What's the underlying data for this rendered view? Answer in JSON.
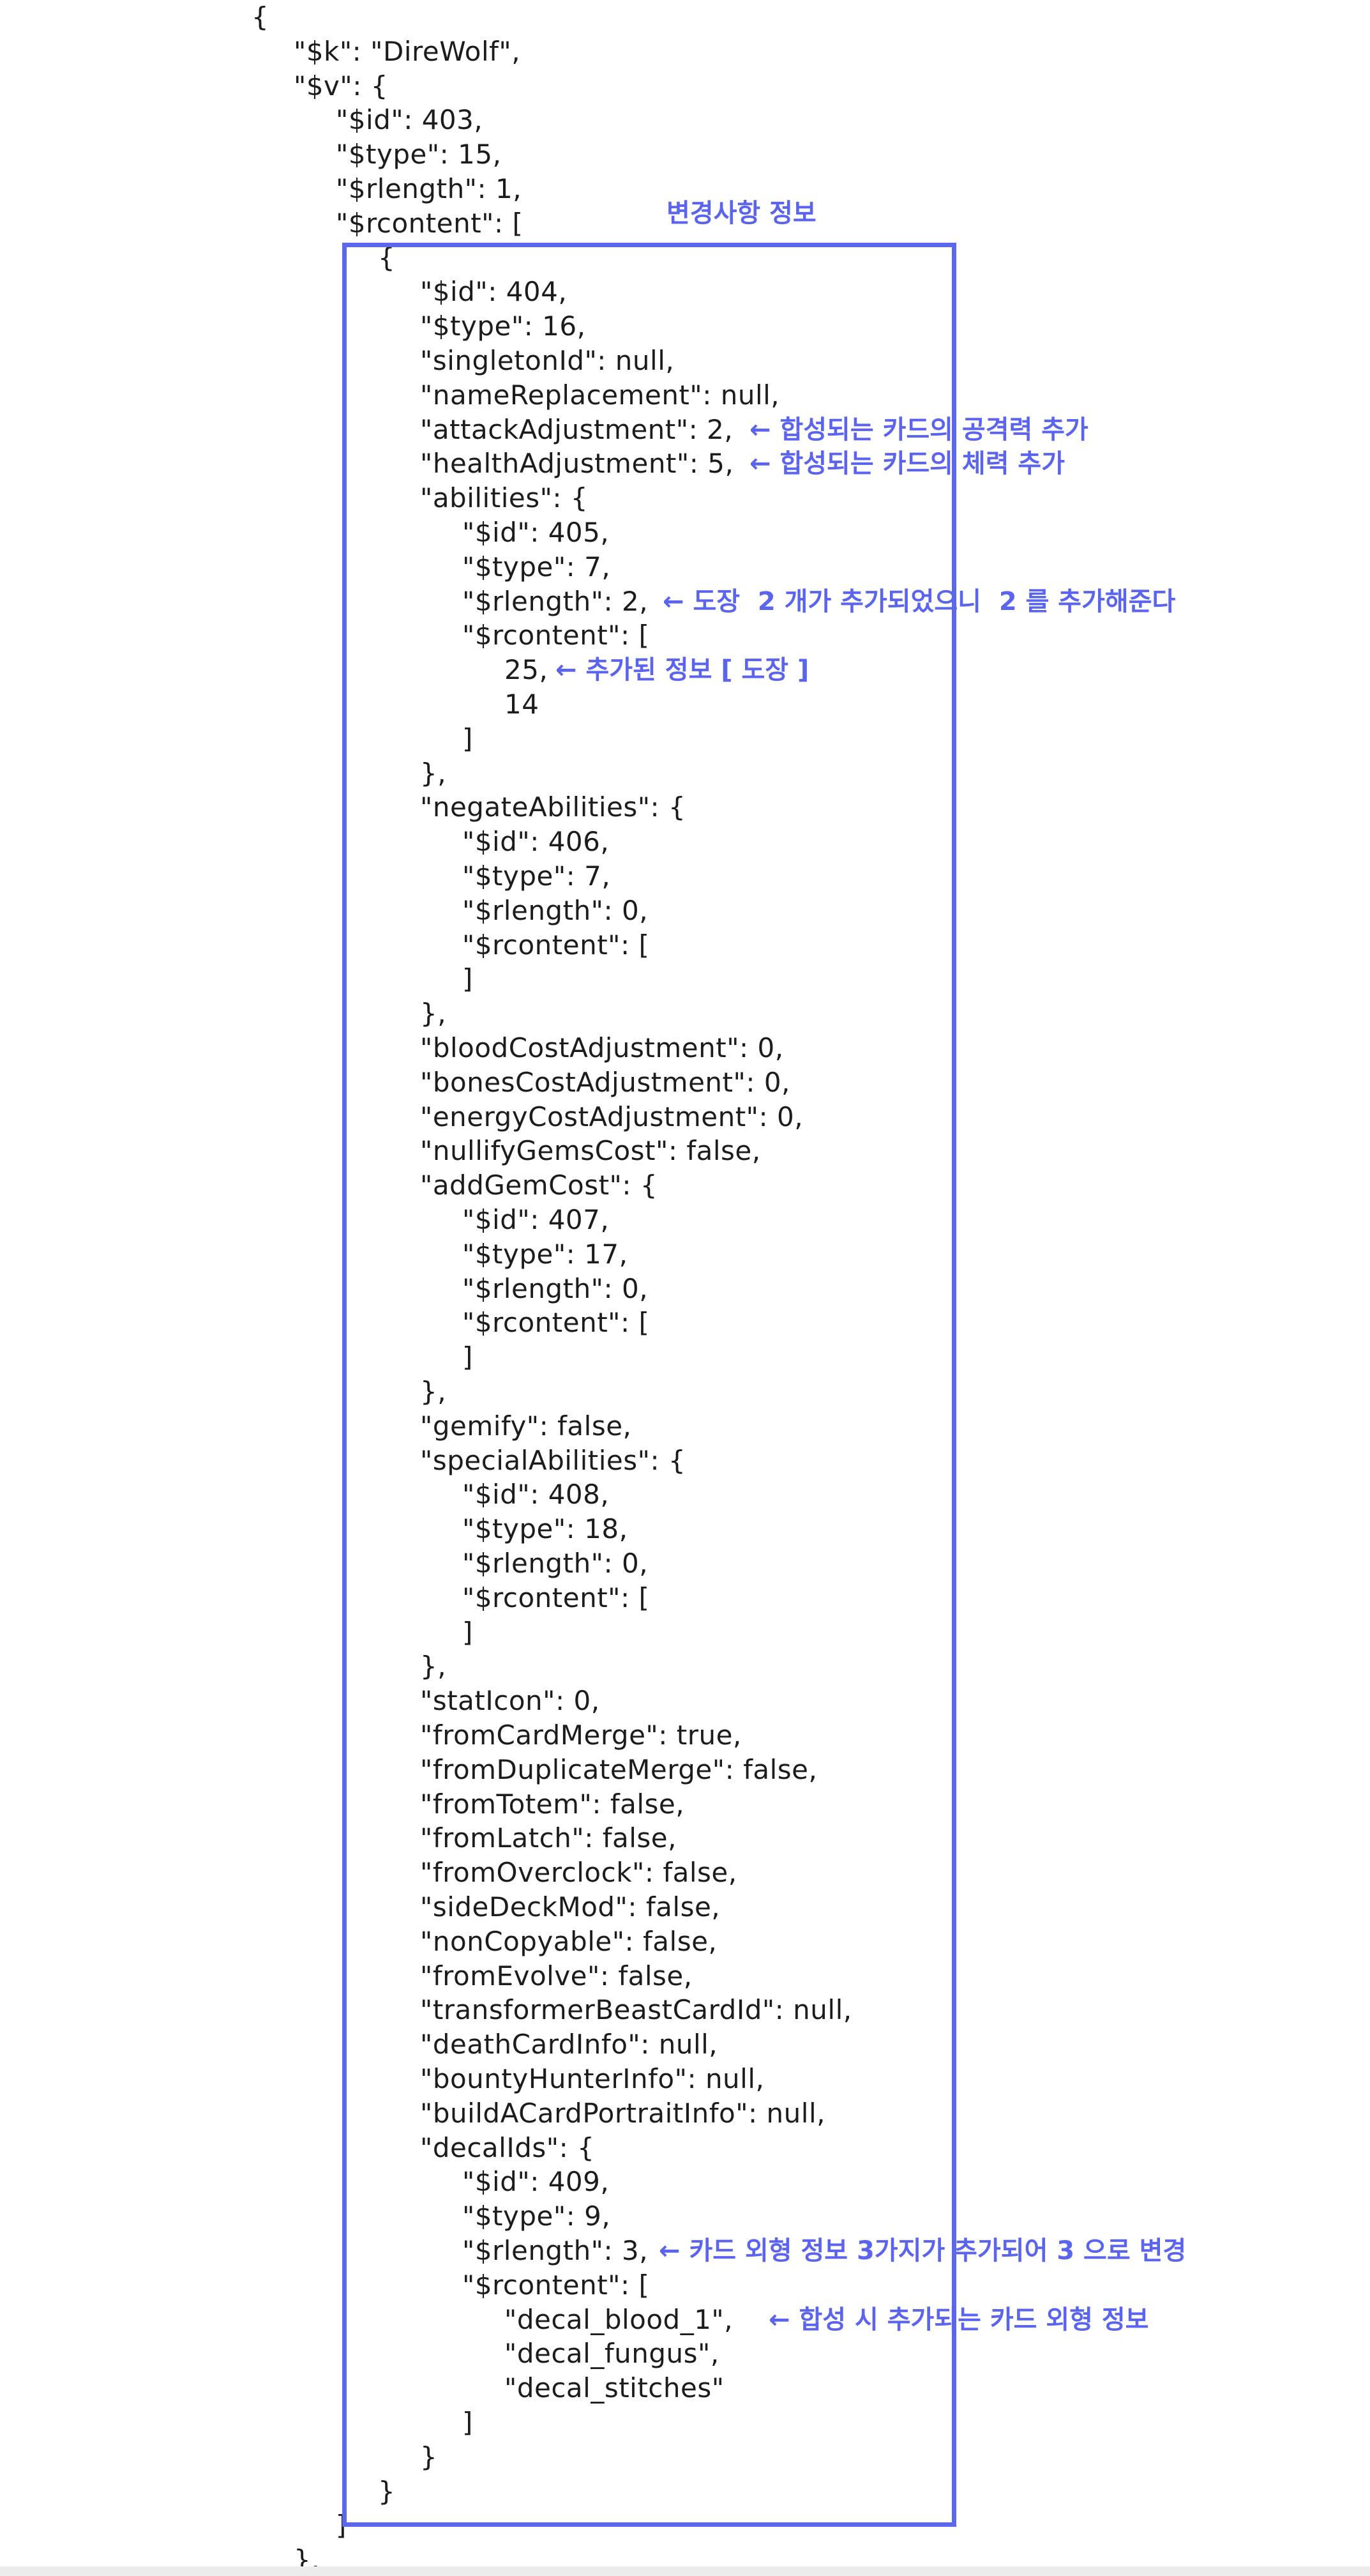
{
  "code_lines": [
    "{",
    "\"$k\": \"DireWolf\",",
    "\"$v\": {",
    "\"$id\": 403,",
    "\"$type\": 15,",
    "\"$rlength\": 1,",
    "\"$rcontent\": [",
    "{",
    "\"$id\": 404,",
    "\"$type\": 16,",
    "\"singletonId\": null,",
    "\"nameReplacement\": null,",
    "\"attackAdjustment\": 2,",
    "\"healthAdjustment\": 5,",
    "\"abilities\": {",
    "\"$id\": 405,",
    "\"$type\": 7,",
    "\"$rlength\": 2,",
    "\"$rcontent\": [",
    "25,",
    "14",
    "]",
    "},",
    "\"negateAbilities\": {",
    "\"$id\": 406,",
    "\"$type\": 7,",
    "\"$rlength\": 0,",
    "\"$rcontent\": [",
    "]",
    "},",
    "\"bloodCostAdjustment\": 0,",
    "\"bonesCostAdjustment\": 0,",
    "\"energyCostAdjustment\": 0,",
    "\"nullifyGemsCost\": false,",
    "\"addGemCost\": {",
    "\"$id\": 407,",
    "\"$type\": 17,",
    "\"$rlength\": 0,",
    "\"$rcontent\": [",
    "]",
    "},",
    "\"gemify\": false,",
    "\"specialAbilities\": {",
    "\"$id\": 408,",
    "\"$type\": 18,",
    "\"$rlength\": 0,",
    "\"$rcontent\": [",
    "]",
    "},",
    "\"statIcon\": 0,",
    "\"fromCardMerge\": true,",
    "\"fromDuplicateMerge\": false,",
    "\"fromTotem\": false,",
    "\"fromLatch\": false,",
    "\"fromOverclock\": false,",
    "\"sideDeckMod\": false,",
    "\"nonCopyable\": false,",
    "\"fromEvolve\": false,",
    "\"transformerBeastCardId\": null,",
    "\"deathCardInfo\": null,",
    "\"bountyHunterInfo\": null,",
    "\"buildACardPortraitInfo\": null,",
    "\"decalIds\": {",
    "\"$id\": 409,",
    "\"$type\": 9,",
    "\"$rlength\": 3,",
    "\"$rcontent\": [",
    "\"decal_blood_1\",",
    "\"decal_fungus\",",
    "\"decal_stitches\"",
    "]",
    "}",
    "}",
    "]",
    "},"
  ],
  "box_title": "변경사항 정보",
  "annotations": [
    "← 합성되는 카드의 공격력 추가",
    "← 합성되는 카드의 체력 추가",
    "← 도장  2 개가 추가되었으니  2 를 추가해준다",
    "← 추가된 정보 [ 도장 ]",
    "← 카드 외형 정보 3가지가 추가되어 3 으로 변경",
    "← 합성 시 추가되는 카드 외형 정보"
  ],
  "colors": {
    "code_text": "#1c1c1c",
    "accent_blue": "#5a64ee",
    "background": "#ffffff"
  }
}
